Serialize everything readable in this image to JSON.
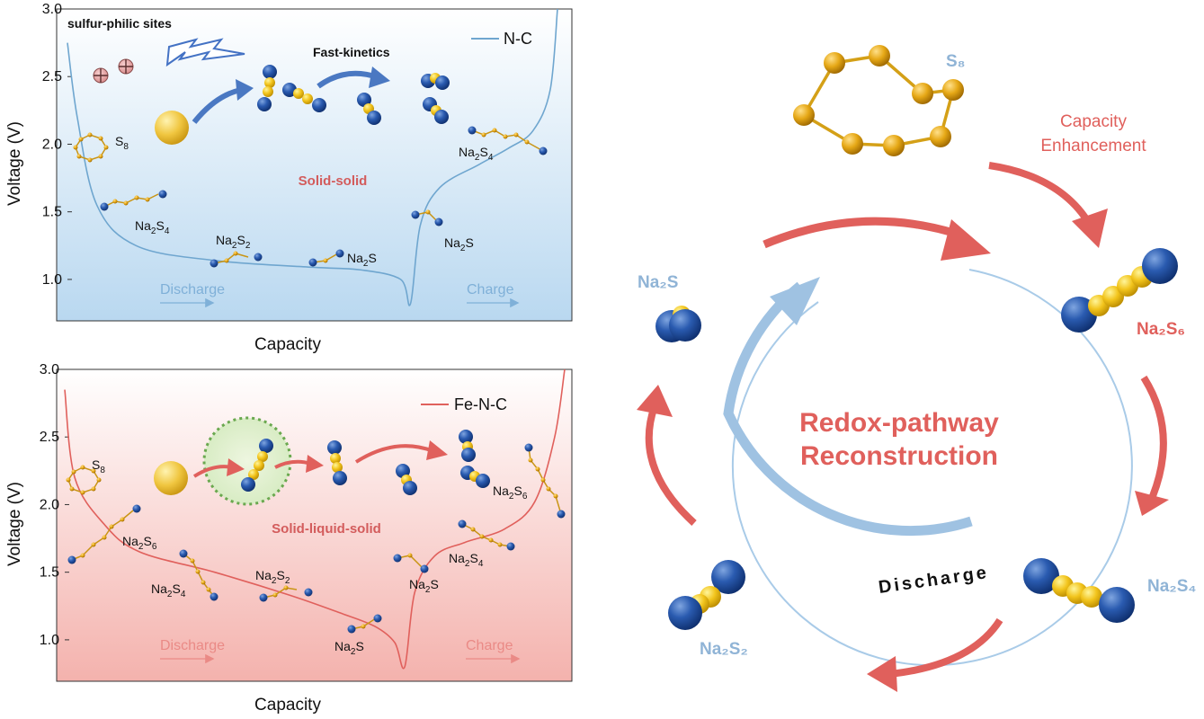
{
  "top_panel": {
    "legend": "N-C",
    "mechanism": "Solid-solid",
    "sites_label": "sulfur-philic sites",
    "kinetics_label": "Fast-kinetics",
    "discharge_label": "Discharge",
    "charge_label": "Charge",
    "species": {
      "s8": "S8",
      "na2s4_left": "Na2S4",
      "na2s2": "Na2S2",
      "na2s": "Na2S",
      "na2s_right": "Na2S",
      "na2s4_right": "Na2S4"
    }
  },
  "bottom_panel": {
    "legend": "Fe-N-C",
    "mechanism": "Solid-liquid-solid",
    "discharge_label": "Discharge",
    "charge_label": "Charge",
    "species": {
      "s8": "S8",
      "na2s6_left": "Na2S6",
      "na2s4_left": "Na2S4",
      "na2s2": "Na2S2",
      "na2s": "Na2S",
      "na2s_right": "Na2S",
      "na2s4_right": "Na2S4",
      "na2s6_right": "Na2S6"
    }
  },
  "chart_data": [
    {
      "type": "line",
      "xlabel": "Capacity",
      "ylabel": "Voltage (V)",
      "ylim": [
        0.78,
        3.0
      ],
      "yticks": [
        "1.0",
        "1.5",
        "2.0",
        "2.5",
        "3.0"
      ],
      "series": [
        {
          "name": "N-C",
          "color": "#6fa6cf",
          "discharge": [
            [
              0.0,
              2.75
            ],
            [
              0.02,
              2.2
            ],
            [
              0.06,
              1.55
            ],
            [
              0.14,
              1.25
            ],
            [
              0.3,
              1.14
            ],
            [
              0.5,
              1.09
            ],
            [
              0.6,
              1.07
            ],
            [
              0.68,
              1.0
            ],
            [
              0.7,
              0.82
            ]
          ],
          "charge": [
            [
              0.7,
              0.82
            ],
            [
              0.72,
              1.4
            ],
            [
              0.76,
              1.68
            ],
            [
              0.84,
              1.85
            ],
            [
              0.9,
              1.97
            ],
            [
              0.95,
              2.1
            ],
            [
              0.985,
              2.4
            ],
            [
              1.0,
              3.0
            ]
          ]
        }
      ]
    },
    {
      "type": "line",
      "xlabel": "Capacity",
      "ylabel": "Voltage (V)",
      "ylim": [
        0.78,
        3.0
      ],
      "yticks": [
        "1.0",
        "1.5",
        "2.0",
        "2.5",
        "3.0"
      ],
      "series": [
        {
          "name": "Fe-N-C",
          "color": "#e0605c",
          "discharge": [
            [
              0.0,
              2.85
            ],
            [
              0.02,
              2.2
            ],
            [
              0.08,
              1.85
            ],
            [
              0.15,
              1.65
            ],
            [
              0.3,
              1.5
            ],
            [
              0.45,
              1.33
            ],
            [
              0.55,
              1.2
            ],
            [
              0.62,
              1.1
            ],
            [
              0.66,
              0.98
            ],
            [
              0.68,
              0.8
            ]
          ],
          "charge": [
            [
              0.68,
              0.8
            ],
            [
              0.7,
              1.35
            ],
            [
              0.74,
              1.62
            ],
            [
              0.8,
              1.72
            ],
            [
              0.88,
              1.82
            ],
            [
              0.94,
              2.02
            ],
            [
              0.98,
              2.5
            ],
            [
              1.0,
              3.0
            ]
          ]
        }
      ]
    }
  ],
  "cycle": {
    "title_line1": "Redox-pathway",
    "title_line2": "Reconstruction",
    "discharge": "Discharge",
    "capacity_line1": "Capacity",
    "capacity_line2": "Enhancement",
    "species": {
      "s8": "S₈",
      "na2s6": "Na₂S₆",
      "na2s4": "Na₂S₄",
      "na2s2": "Na₂S₂",
      "na2s": "Na₂S"
    }
  },
  "colors": {
    "blue_ball": "#1f4f9c",
    "sulfur_ball": "#f1c21b",
    "red_arrow": "#e0605c",
    "blue_arrow": "#9fc2e2",
    "label_blue": "#90b4d6",
    "label_red": "#d35c5c"
  }
}
